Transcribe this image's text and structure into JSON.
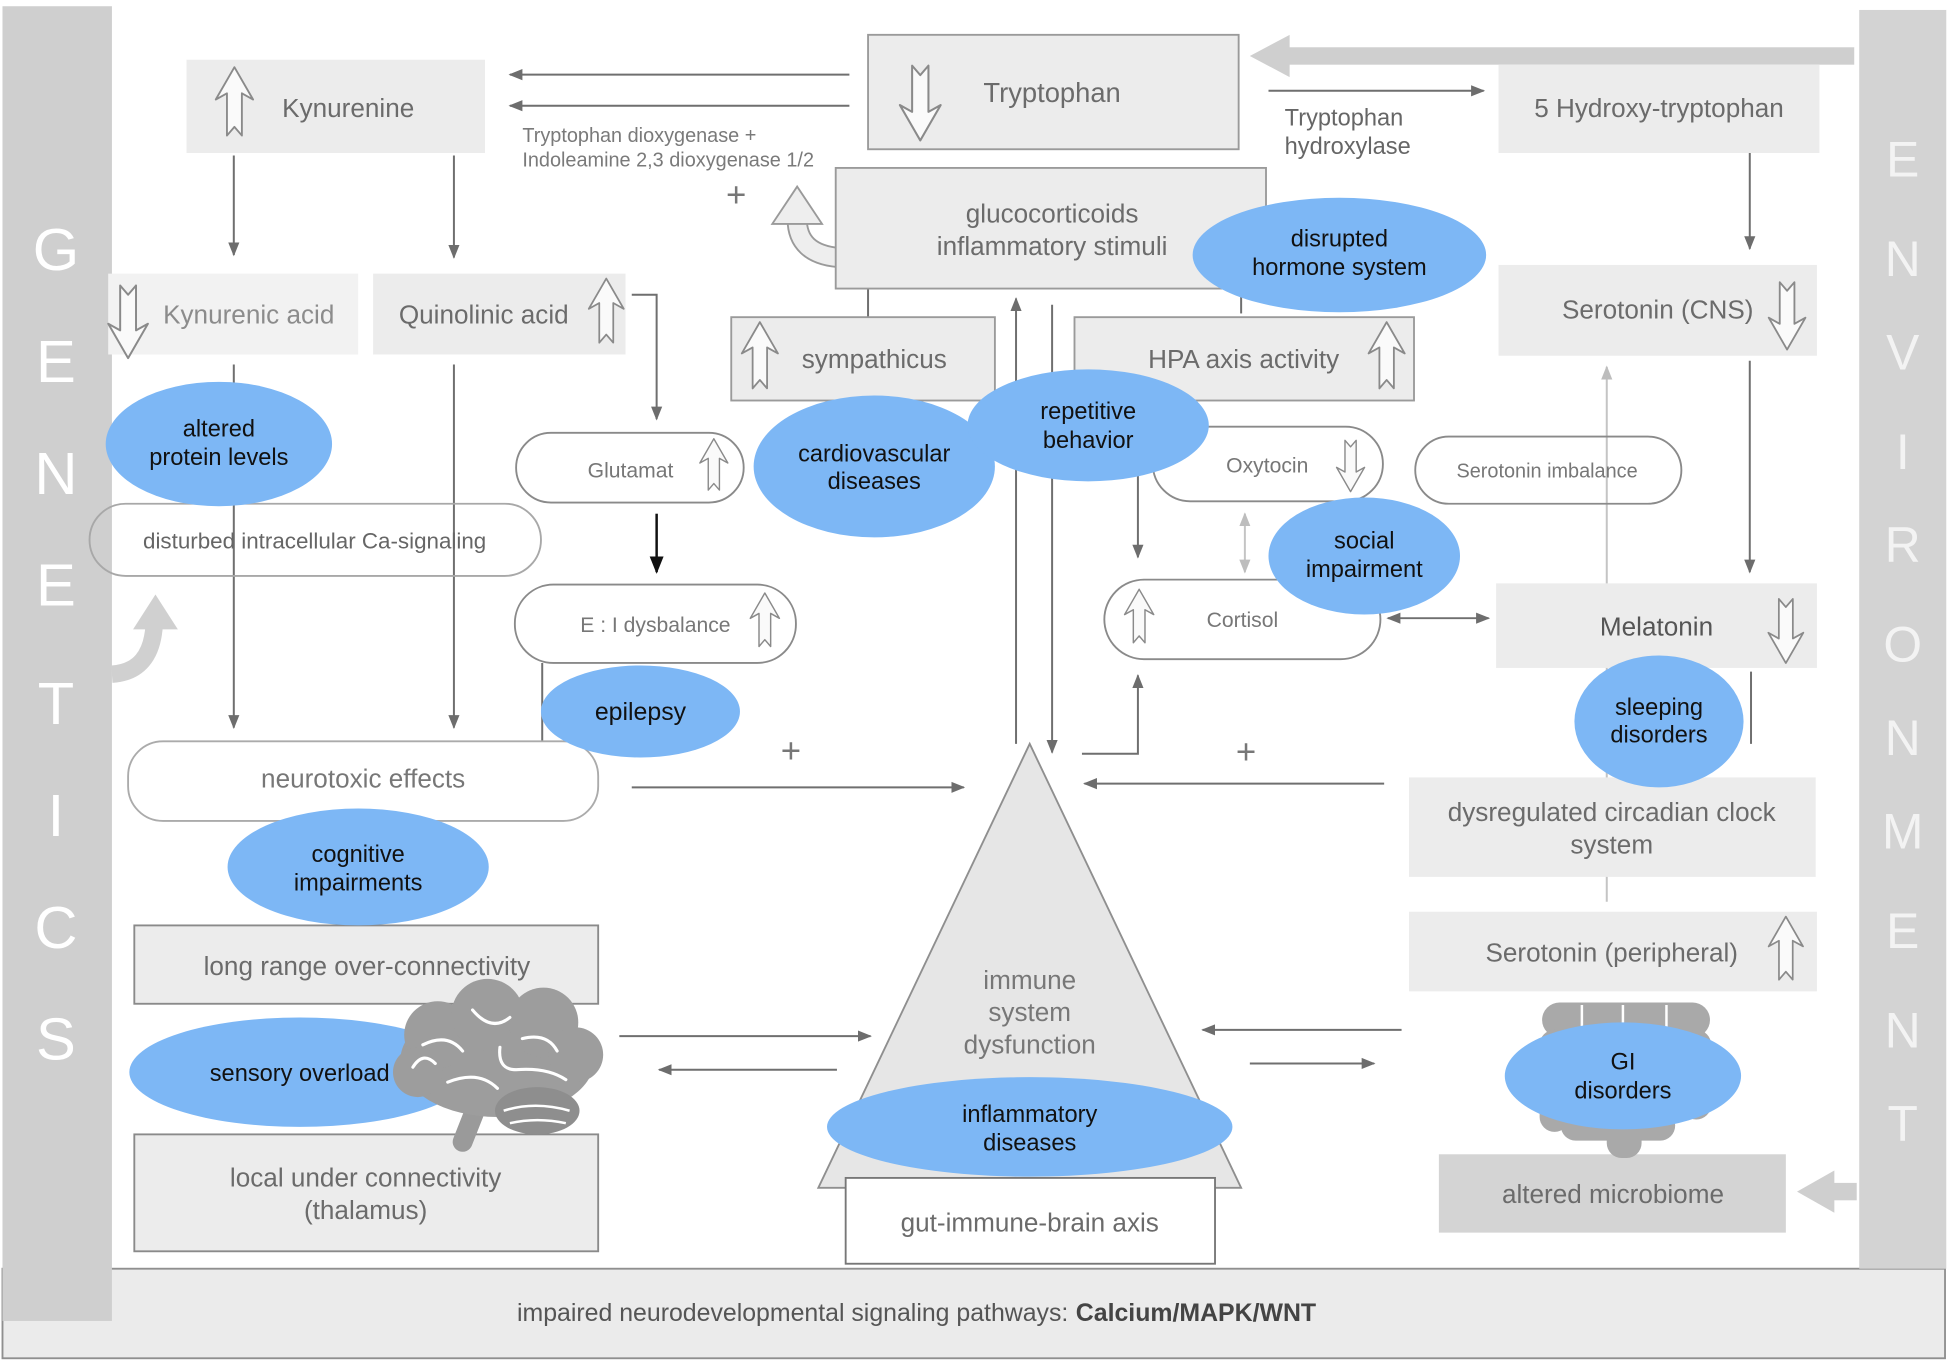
{
  "sidebars": {
    "genetics_letters": [
      "G",
      "E",
      "N",
      "E",
      "T",
      "I",
      "C",
      "S"
    ],
    "environment_letters": [
      "E",
      "N",
      "V",
      "I",
      "R",
      "O",
      "N",
      "M",
      "E",
      "N",
      "T"
    ]
  },
  "footer": {
    "prefix": "impaired neurodevelopmental signaling pathways:",
    "emphasis": "Calcium/MAPK/WNT"
  },
  "enzymes": {
    "tdo_ido": [
      "Tryptophan dioxygenase +",
      "Indoleamine 2,3 dioxygenase 1/2"
    ],
    "tph": [
      "Tryptophan",
      "hydroxylase"
    ]
  },
  "signs": {
    "plus": "+"
  },
  "nodes": {
    "tryptophan": {
      "label": "Tryptophan",
      "trend_icon": "decrease-arrow-icon"
    },
    "kynurenine": {
      "label": "Kynurenine",
      "trend_icon": "increase-arrow-icon"
    },
    "hydroxytryptophan": {
      "label": "5 Hydroxy-tryptophan"
    },
    "glucocorticoids": {
      "lines": [
        "glucocorticoids",
        "inflammatory stimuli"
      ]
    },
    "kynurenic_acid": {
      "label": "Kynurenic acid",
      "trend_icon": "decrease-arrow-icon"
    },
    "quinolinic_acid": {
      "label": "Quinolinic acid",
      "trend_icon": "increase-arrow-icon"
    },
    "sympathicus": {
      "label": "sympathicus",
      "trend_icon": "increase-arrow-icon"
    },
    "hpa_axis": {
      "label": "HPA axis activity",
      "trend_icon": "increase-arrow-icon"
    },
    "serotonin_cns": {
      "label": "Serotonin (CNS)",
      "trend_icon": "decrease-arrow-icon"
    },
    "ca_signaling": {
      "label": "disturbed intracellular Ca-signaling"
    },
    "glutamat": {
      "label": "Glutamat",
      "trend_icon": "increase-arrow-icon"
    },
    "ei_dysbalance": {
      "label": "E : I dysbalance",
      "trend_icon": "increase-arrow-icon"
    },
    "oxytocin": {
      "label": "Oxytocin",
      "trend_icon": "decrease-arrow-icon"
    },
    "serotonin_imbalance": {
      "label": "Serotonin imbalance"
    },
    "cortisol": {
      "label": "Cortisol",
      "trend_icon": "increase-arrow-icon"
    },
    "melatonin": {
      "label": "Melatonin",
      "trend_icon": "decrease-arrow-icon"
    },
    "neurotoxic_effects": {
      "label": "neurotoxic effects"
    },
    "circadian_clock": {
      "lines": [
        "dysregulated circadian clock",
        "system"
      ]
    },
    "immune_dysfunction": {
      "lines": [
        "immune",
        "system",
        "dysfunction"
      ]
    },
    "gut_immune_brain_axis": {
      "label": "gut-immune-brain axis"
    },
    "over_connectivity": {
      "label": "long range over-connectivity"
    },
    "serotonin_peripheral": {
      "label": "Serotonin (peripheral)",
      "trend_icon": "increase-arrow-icon"
    },
    "under_connectivity": {
      "lines": [
        "local under connectivity",
        "(thalamus)"
      ]
    },
    "microbiome": {
      "label": "altered microbiome"
    }
  },
  "symptoms": {
    "disrupted_hormone_system": [
      "disrupted",
      "hormone system"
    ],
    "altered_protein_levels": [
      "altered",
      "protein levels"
    ],
    "cardiovascular_diseases": [
      "cardiovascular",
      "diseases"
    ],
    "repetitive_behavior": [
      "repetitive",
      "behavior"
    ],
    "social_impairment": [
      "social",
      "impairment"
    ],
    "epilepsy": [
      "epilepsy"
    ],
    "sleeping_disorders": [
      "sleeping",
      "disorders"
    ],
    "cognitive_impairments": [
      "cognitive",
      "impairments"
    ],
    "inflammatory_diseases": [
      "inflammatory",
      "diseases"
    ],
    "sensory_overload": [
      "sensory overload"
    ],
    "gi_disorders": [
      "GI",
      "disorders"
    ]
  },
  "icons": {
    "brain": "brain-icon",
    "intestine": "intestine-icon"
  },
  "colors": {
    "symptom_fill": "#7db7f5",
    "node_fill": "#ececec",
    "microbiome_fill": "#d4d4d4",
    "sidebar_fill": "#cfcfcf"
  }
}
